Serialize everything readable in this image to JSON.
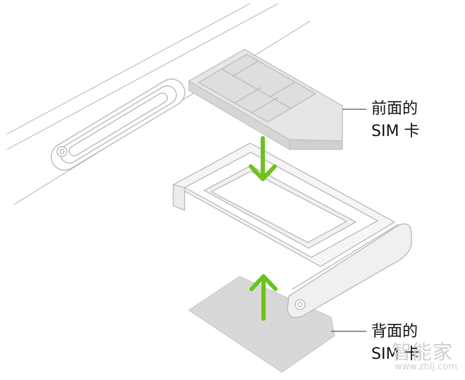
{
  "labels": {
    "front_line1": "前面的",
    "front_line2": "SIM 卡",
    "back_line1": "背面的",
    "back_line2": "SIM 卡"
  },
  "watermark": {
    "brand": "智能家",
    "url": "www.zhij.com"
  },
  "colors": {
    "outline": "#b9b9b9",
    "sim_fill": "#dcdcdc",
    "tray_fill": "#f4f4f4",
    "arrow": "#6cc31b",
    "leader": "#555555",
    "watermark": "#cfcfcf"
  }
}
